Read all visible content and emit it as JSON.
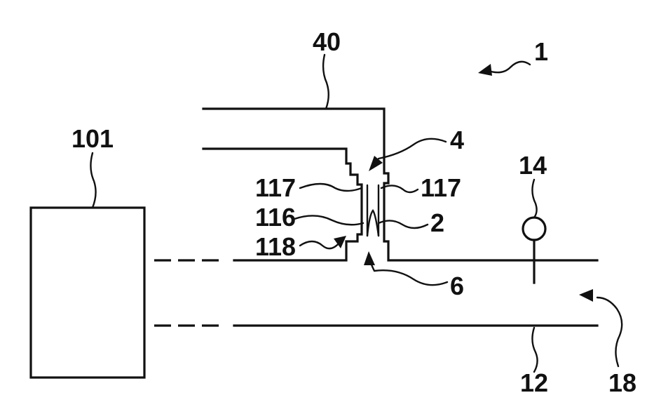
{
  "labels": {
    "ref_1": "1",
    "ref_40": "40",
    "ref_4": "4",
    "ref_101": "101",
    "ref_14": "14",
    "ref_117_left": "117",
    "ref_117_right": "117",
    "ref_116": "116",
    "ref_2": "2",
    "ref_118": "118",
    "ref_6": "6",
    "ref_12": "12",
    "ref_18": "18"
  }
}
